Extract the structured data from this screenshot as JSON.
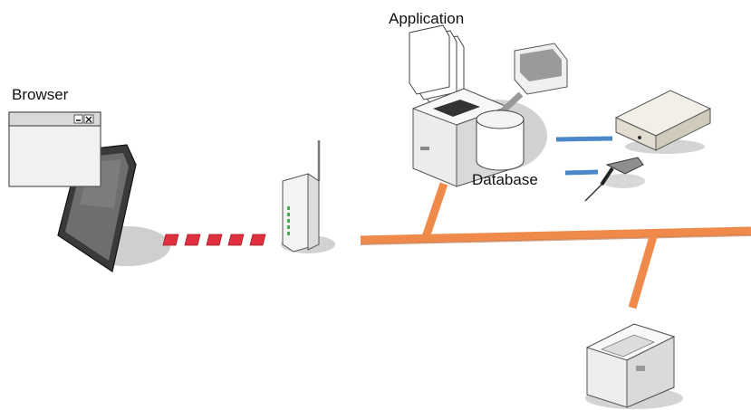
{
  "labels": {
    "browser": "Browser",
    "application": "Application",
    "database": "Database"
  },
  "icons": {
    "tablet": "tablet-icon",
    "browser_window": "browser-window-icon",
    "wireless_link": "wireless-link-icon",
    "router": "wireless-router-icon",
    "application_documents": "documents-icon",
    "pos_terminal": "pos-terminal-icon",
    "customer_display": "customer-display-icon",
    "database": "database-icon",
    "cash_drawer": "cash-drawer-icon",
    "barcode_scanner": "barcode-scanner-icon",
    "receipt_printer": "receipt-printer-icon"
  },
  "colors": {
    "network_cable": "#F08A4B",
    "usb_cable": "#4A86C8",
    "wireless_dots": "#E03040",
    "shadow": "#C9C9C9"
  }
}
